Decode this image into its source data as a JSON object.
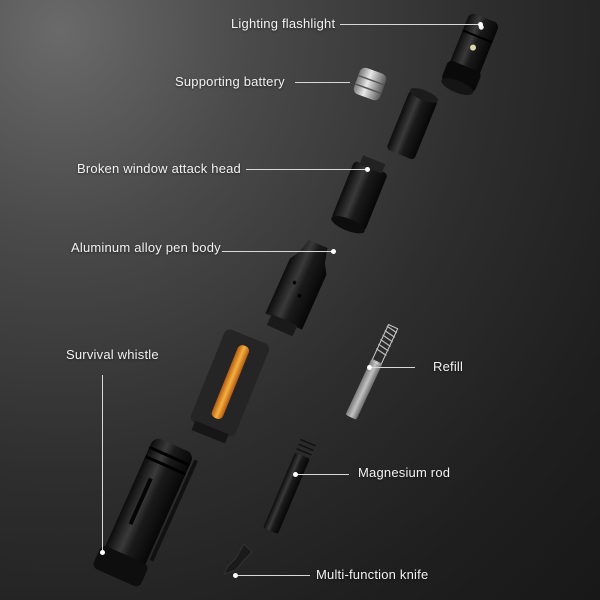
{
  "image": {
    "description": "Exploded view of a black tactical multi-function pen on a dark gray background with callout labels",
    "background_color": "#2a2a2a",
    "accent_color": "#e08a1e"
  },
  "callouts": [
    {
      "label": "Lighting flashlight"
    },
    {
      "label": "Supporting battery"
    },
    {
      "label": "Broken window attack head"
    },
    {
      "label": "Aluminum alloy pen body"
    },
    {
      "label": "Survival whistle"
    },
    {
      "label": "Refill"
    },
    {
      "label": "Magnesium rod"
    },
    {
      "label": "Multi-function knife"
    }
  ]
}
